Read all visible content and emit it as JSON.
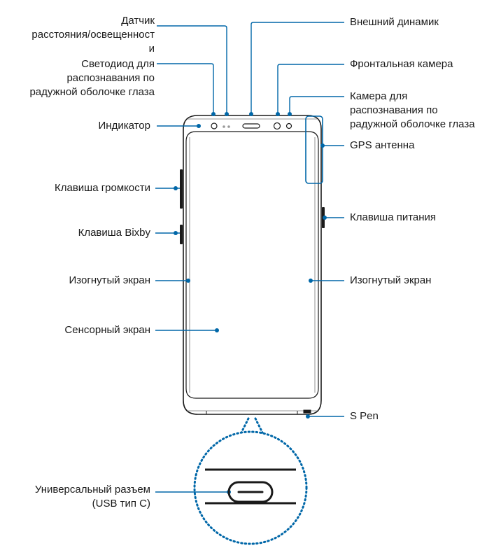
{
  "labels": {
    "proximity_sensor": "Датчик расстояния/освещенност и",
    "iris_led": "Светодиод для распознавания по радужной оболочке глаза",
    "indicator": "Индикатор",
    "volume_key": "Клавиша громкости",
    "bixby_key": "Клавиша Bixby",
    "edge_screen_left": "Изогнутый экран",
    "touch_screen": "Сенсорный экран",
    "usb_port": "Универсальный разъем (USB тип C)",
    "earpiece": "Внешний динамик",
    "front_camera": "Фронтальная камера",
    "iris_camera": "Камера для распознавания по радужной оболочке глаза",
    "gps_antenna": "GPS антенна",
    "power_key": "Клавиша питания",
    "edge_screen_right": "Изогнутый экран",
    "s_pen": "S Pen"
  },
  "label_lines": {
    "proximity_sensor": [
      "Датчик",
      "расстояния/освещенност",
      "и"
    ],
    "iris_led": [
      "Светодиод для",
      "распознавания по",
      "радужной оболочке глаза"
    ],
    "usb_port": [
      "Универсальный разъем",
      "(USB тип C)"
    ],
    "iris_camera": [
      "Камера для",
      "распознавания по",
      "радужной оболочке глаза"
    ]
  },
  "colors": {
    "callout": "#0067a8",
    "outline": "#1a1a1a",
    "text": "#1a1a1a",
    "screen_edge": "#c8c8c8"
  }
}
